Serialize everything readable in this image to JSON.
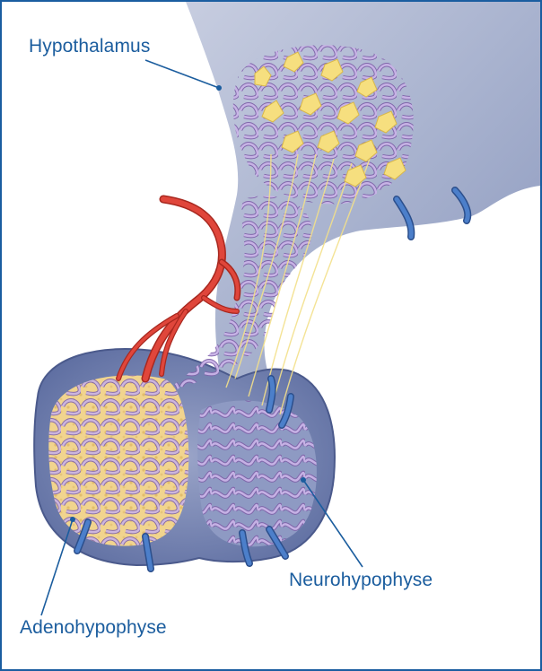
{
  "labels": {
    "hypothalamus": "Hypothalamus",
    "neurohypophyse": "Neurohypophyse",
    "adenohypophyse": "Adenohypophyse"
  },
  "colors": {
    "frame": "#1a5da0",
    "label_text": "#1b5d9e",
    "tissue": "#a8b3cf",
    "tissue_dark": "#6f7fae",
    "capillary": "#b9a0d8",
    "capillary_outline": "#7d62a8",
    "artery": "#d8443a",
    "vein": "#3f6fb8",
    "neuron": "#f6df7f",
    "gland": "#f4dc98"
  },
  "icons": [
    "neuron-cell-icon",
    "artery-icon",
    "vein-icon",
    "capillary-network-icon"
  ]
}
